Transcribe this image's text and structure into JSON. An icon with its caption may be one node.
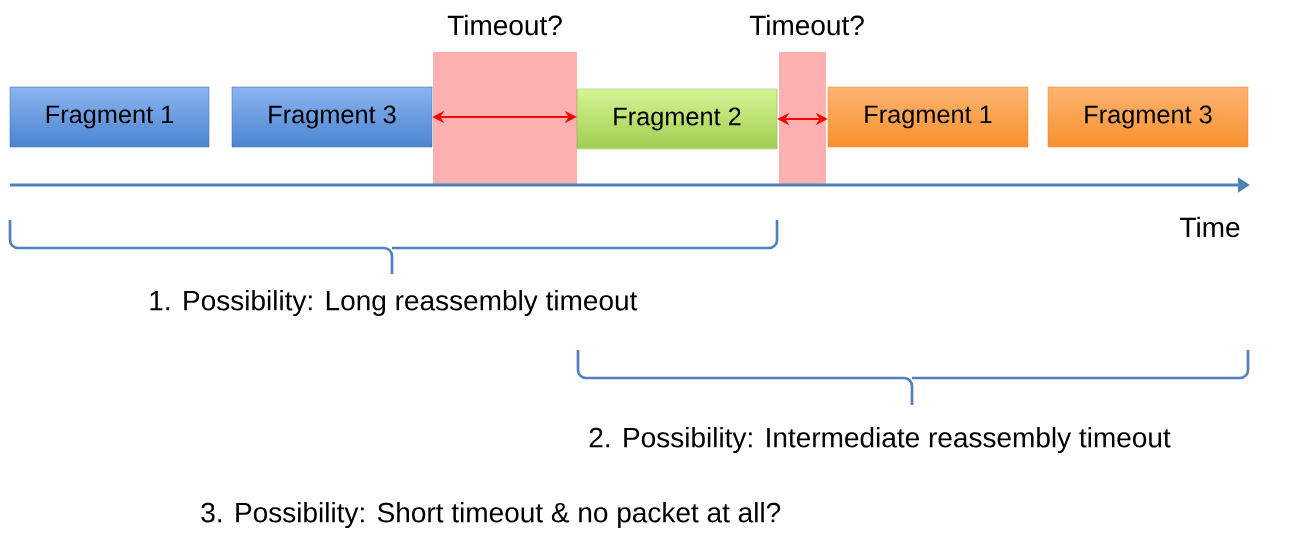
{
  "diagram": {
    "nodes": [
      {
        "text": [
          "Fragment 1"
        ]
      },
      {
        "text": [
          "Fragment 3"
        ]
      },
      {
        "text": [
          "Fragment 2"
        ]
      },
      {
        "text": [
          "Fragment 1"
        ]
      },
      {
        "text": [
          "Fragment 3"
        ]
      }
    ],
    "edges": [
      {
        "from": 1,
        "to": 2,
        "arrow": "both",
        "color": "#ff0000"
      },
      {
        "from": 2,
        "to": 3,
        "arrow": "both",
        "color": "#ff0000"
      }
    ],
    "labels": [
      "Timeout?",
      "Timeout?",
      "Time",
      "1.  Possibility: Long reassembly timeout",
      "2. Possibility: Intermediate reassembly timeout",
      "3. Possibility: Short timeout & no packet at all?"
    ]
  }
}
